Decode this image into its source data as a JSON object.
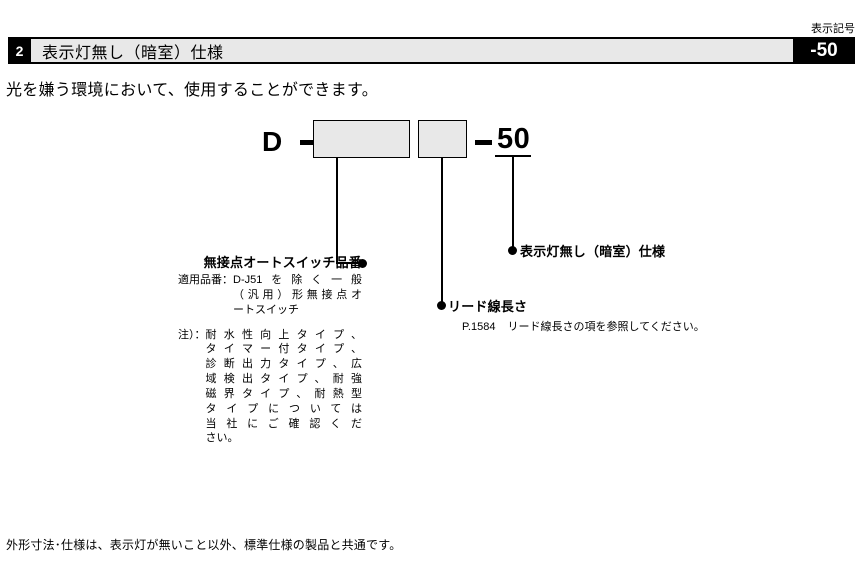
{
  "header": {
    "section_number": "2",
    "section_title": "表示灯無し（暗室）仕様",
    "symbol_caption": "表示記号",
    "symbol_code": "-50"
  },
  "intro_text": "光を嫌う環境において、使用することができます。",
  "part_number": {
    "prefix_letter": "D",
    "dash_1": "",
    "box_1": "",
    "box_2": "",
    "dash_2": "",
    "suffix_code": "50"
  },
  "annotations": {
    "switch": {
      "title": "無接点オートスイッチ品番",
      "spec_label": "適用品番：",
      "spec_lines": [
        "D-J51を除く一般",
        "（汎用）形無接点オ",
        "ートスイッチ"
      ],
      "note_label": "注）：",
      "note_lines": [
        "耐水性向上タイプ、",
        "タイマー付タイプ、",
        "診断出力タイプ、広",
        "域検出タイプ、耐強",
        "磁界タイプ、耐熱型",
        "タイプについては",
        "当社にご確認くだ",
        "さい。"
      ]
    },
    "lead_wire": {
      "title": "リード線長さ",
      "page_reference": "P.1584",
      "reference_text": "リード線長さの項を参照してください。"
    },
    "darkroom": {
      "title": "表示灯無し（暗室）仕様"
    }
  },
  "footnote": "外形寸法･仕様は、表示灯が無いこと以外、標準仕様の製品と共通です。"
}
